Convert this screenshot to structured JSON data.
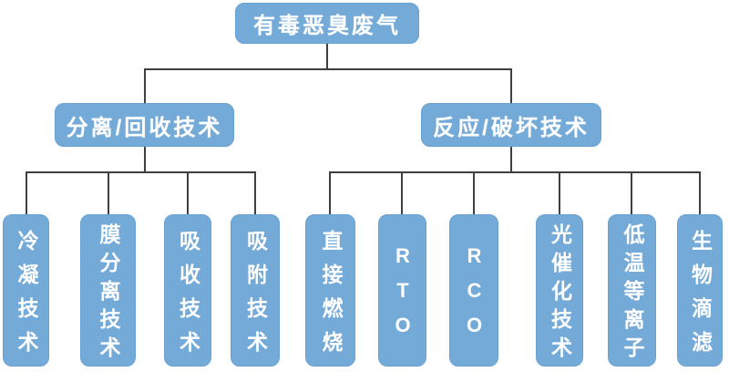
{
  "diagram": {
    "title_hint": "waste-gas treatment technology tree",
    "root": {
      "label": "有毒恶臭废气"
    },
    "branches": [
      {
        "label": "分离/回收技术",
        "children": [
          {
            "label": "冷凝技术"
          },
          {
            "label": "膜分离技术"
          },
          {
            "label": "吸收技术"
          },
          {
            "label": "吸附技术"
          }
        ]
      },
      {
        "label": "反应/破坏技术",
        "children": [
          {
            "label": "直接燃烧"
          },
          {
            "label": "RTO"
          },
          {
            "label": "RCO"
          },
          {
            "label": "光催化技术"
          },
          {
            "label": "低温等离子"
          },
          {
            "label": "生物滴滤"
          }
        ]
      }
    ],
    "colors": {
      "node_fill": "#74aad8",
      "node_border": "#69a1d2",
      "node_text": "#ffffff",
      "connector": "#3f3f3f",
      "background": "#ffffff"
    }
  }
}
